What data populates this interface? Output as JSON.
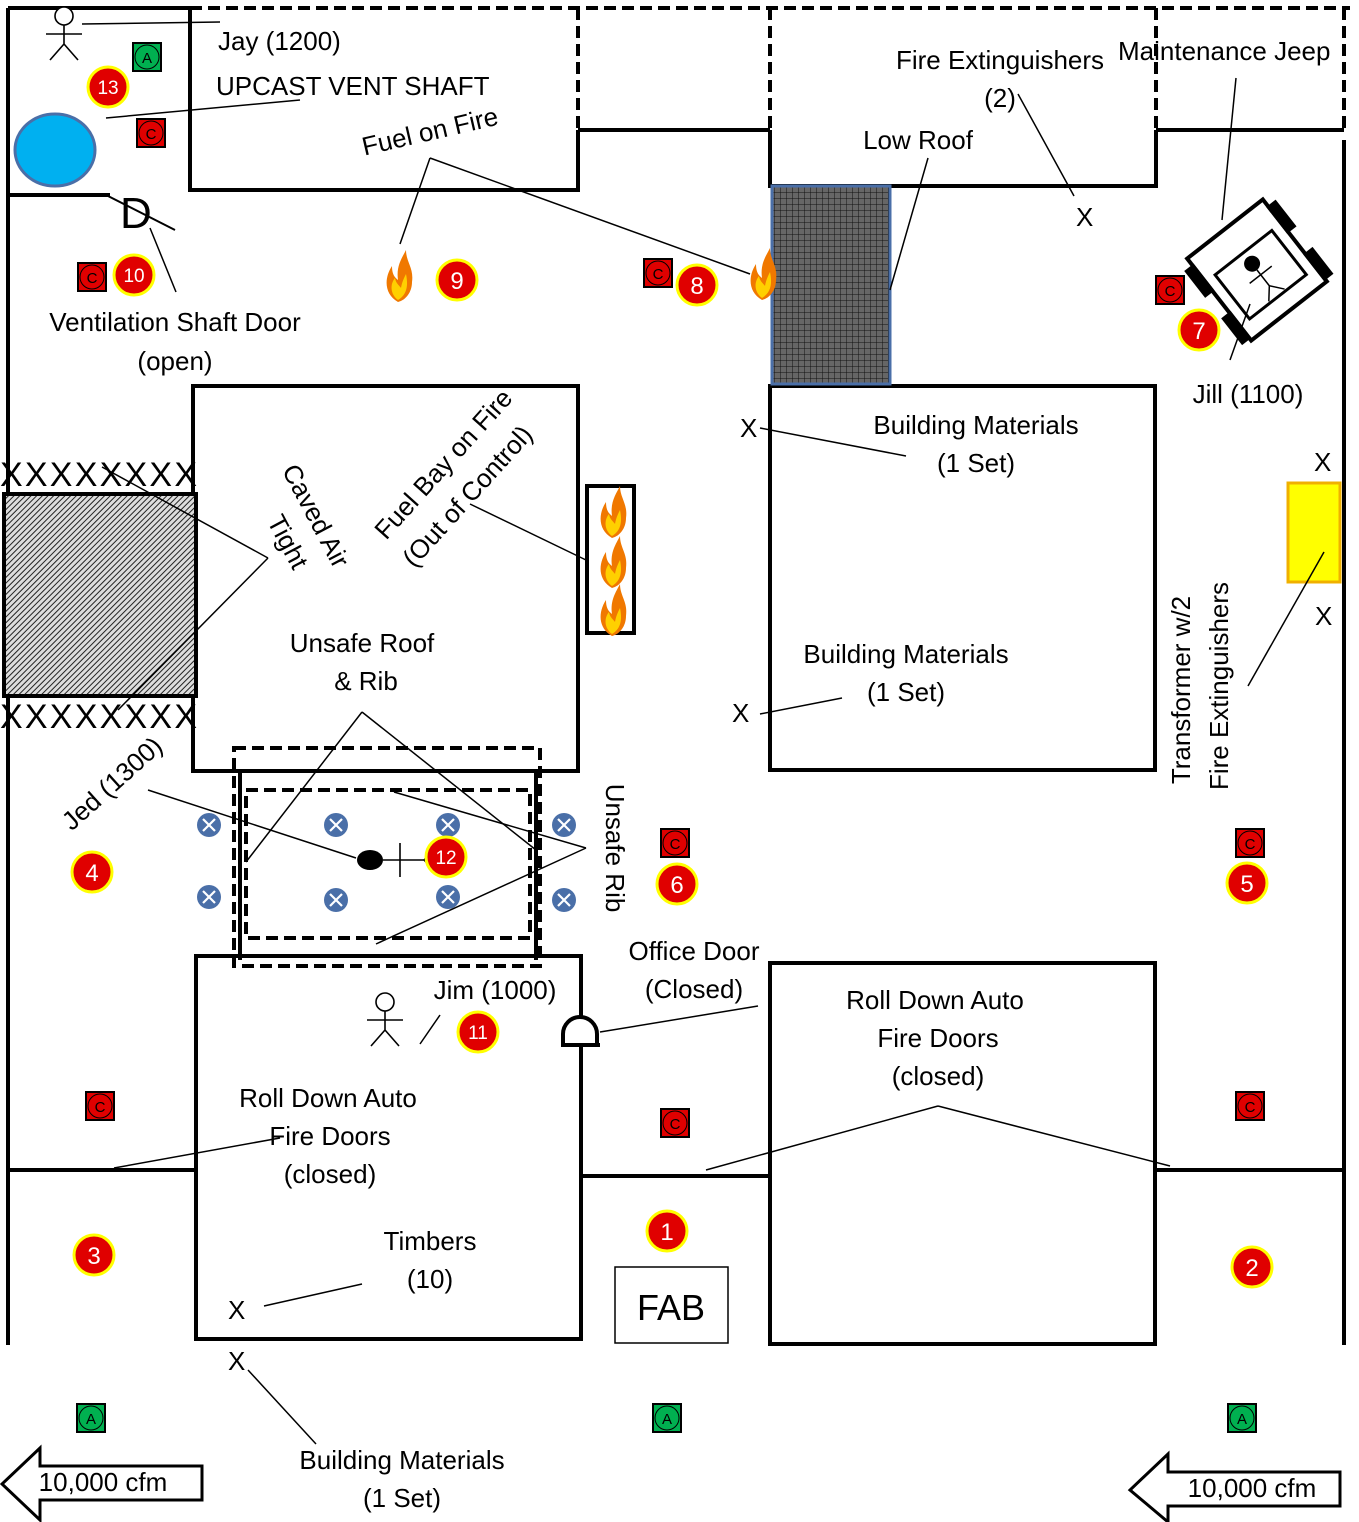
{
  "labels": {
    "jay": "Jay (1200)",
    "upcast": "UPCAST VENT SHAFT",
    "fuel_on_fire": "Fuel on Fire",
    "fire_ext_1": "Fire Extinguishers",
    "fire_ext_2": "(2)",
    "maint_jeep": "Maintenance Jeep",
    "low_roof": "Low Roof",
    "vent_door_1": "Ventilation Shaft Door",
    "vent_door_2": "(open)",
    "jill": "Jill (1100)",
    "building_1a": "Building Materials",
    "building_1b": "(1 Set)",
    "building_2a": "Building Materials",
    "building_2b": "(1 Set)",
    "caved_1": "Caved Air",
    "caved_2": "Tight",
    "fuel_bay_1": "Fuel Bay on Fire",
    "fuel_bay_2": "(Out of Control)",
    "unsafe_roof_1": "Unsafe Roof",
    "unsafe_roof_2": "& Rib",
    "transformer_1": "Transformer  w/2",
    "transformer_2": "Fire Extinguishers",
    "jed": "Jed (1300)",
    "unsafe_rib": "Unsafe Rib",
    "office_door_1": "Office Door",
    "office_door_2": "(Closed)",
    "jim": "Jim (1000)",
    "roll_left_1": "Roll Down Auto",
    "roll_left_2": "Fire Doors",
    "roll_left_3": "(closed)",
    "roll_right_1": "Roll Down Auto",
    "roll_right_2": "Fire Doors",
    "roll_right_3": "(closed)",
    "timbers_1": "Timbers",
    "timbers_2": "(10)",
    "fab": "FAB",
    "building_3a": "Building Materials",
    "building_3b": "(1 Set)",
    "cfm_left": "10,000 cfm",
    "cfm_right": "10,000 cfm",
    "x_mark": "X",
    "caved_row": "XXXXXXXX",
    "door_symbol": "D"
  },
  "badges": {
    "c": "C",
    "a": "A"
  },
  "markers": [
    "1",
    "2",
    "3",
    "4",
    "5",
    "6",
    "7",
    "8",
    "9",
    "10",
    "11",
    "12",
    "13"
  ],
  "colors": {
    "marker_red": "#e00000",
    "marker_ring": "#ffff00",
    "badge_green": "#00b050",
    "shaft_blue": "#00b0f0",
    "transformer_yellow": "#ffff00",
    "unsafe_blue": "#4a6fa8",
    "fire_orange": "#f07800"
  },
  "icons": [
    "person-icon",
    "fire-icon",
    "jeep-icon",
    "door-icon",
    "arrow-left-icon",
    "unsafe-x-icon"
  ]
}
